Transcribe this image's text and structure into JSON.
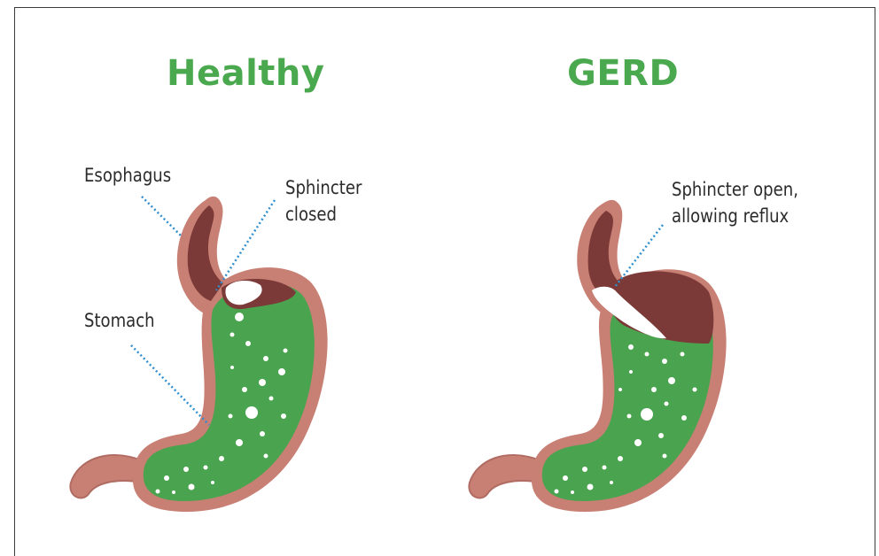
{
  "colors": {
    "title_green": "#4aa94f",
    "stomach_wall": "#c87f74",
    "stomach_fill": "#4aa34f",
    "esophagus_fill": "#7b3a38",
    "leader_line": "#2f8fd0"
  },
  "healthy": {
    "title": "Healthy",
    "esophagus_label": "Esophagus",
    "sphincter_label_line1": "Sphincter",
    "sphincter_label_line2": "closed",
    "stomach_label": "Stomach"
  },
  "gerd": {
    "title": "GERD",
    "sphincter_label_line1": "Sphincter open,",
    "sphincter_label_line2": "allowing reflux"
  }
}
